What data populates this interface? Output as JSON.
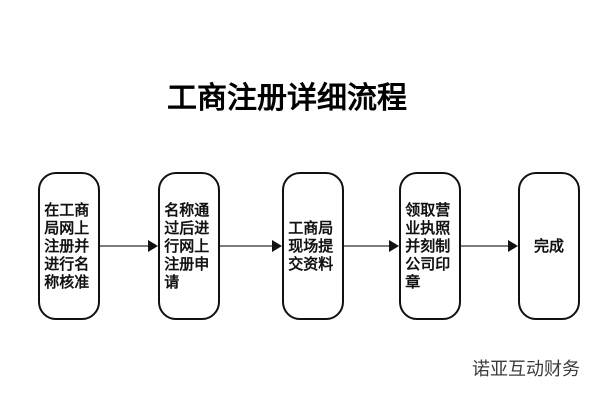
{
  "title": "工商注册详细流程",
  "watermark": "诺亚互动财务",
  "colors": {
    "background": "#ffffff",
    "box_border": "#111111",
    "title_text": "#000000",
    "arrow_line": "#7d7d7d",
    "arrow_head": "#111111",
    "watermark_text": "#3c3c3c"
  },
  "flow": {
    "direction": "left-to-right",
    "steps": [
      {
        "label": "在工商局网上注册并进行名称核准"
      },
      {
        "label": "名称通过后进行网上注册申请"
      },
      {
        "label": "工商局现场提交资料"
      },
      {
        "label": "领取营业执照并刻制公司印章"
      },
      {
        "label": "完成"
      }
    ]
  }
}
